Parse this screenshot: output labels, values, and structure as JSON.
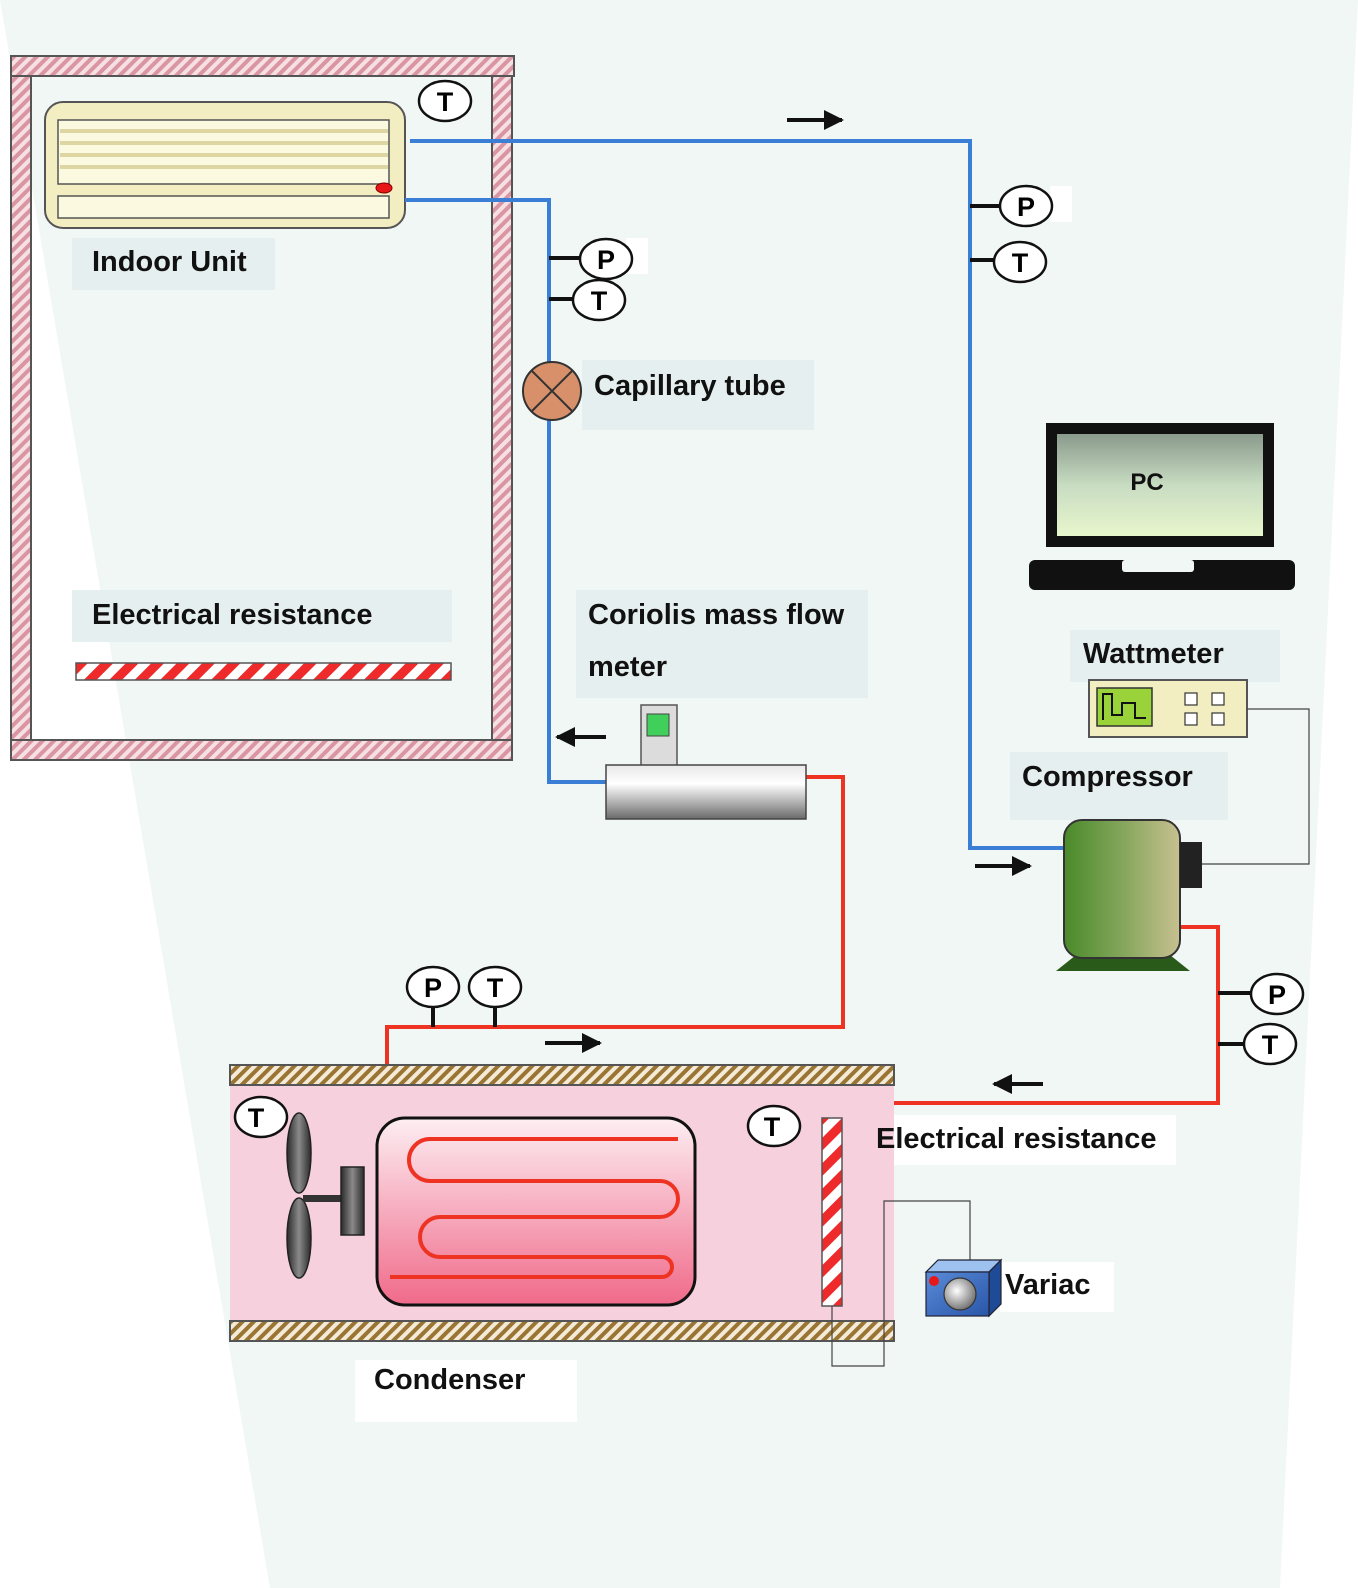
{
  "labels": {
    "indoor_unit": "Indoor Unit",
    "capillary_tube": "Capillary tube",
    "electrical_resistance_indoor": "Electrical resistance",
    "coriolis_line1": "Coriolis mass flow",
    "coriolis_line2": "meter",
    "pc": "PC",
    "wattmeter": "Wattmeter",
    "compressor": "Compressor",
    "electrical_resistance_condenser": "Electrical resistance",
    "variac": "Variac",
    "condenser": "Condenser"
  },
  "sensors": {
    "temperature": "T",
    "pressure": "P"
  },
  "colors": {
    "cold_line": "#3a7fd5",
    "hot_line": "#ee3322",
    "insulation_indoor": "#e8b0b8",
    "insulation_condenser": "#a88848",
    "compressor_body": "#5a9a3a"
  }
}
